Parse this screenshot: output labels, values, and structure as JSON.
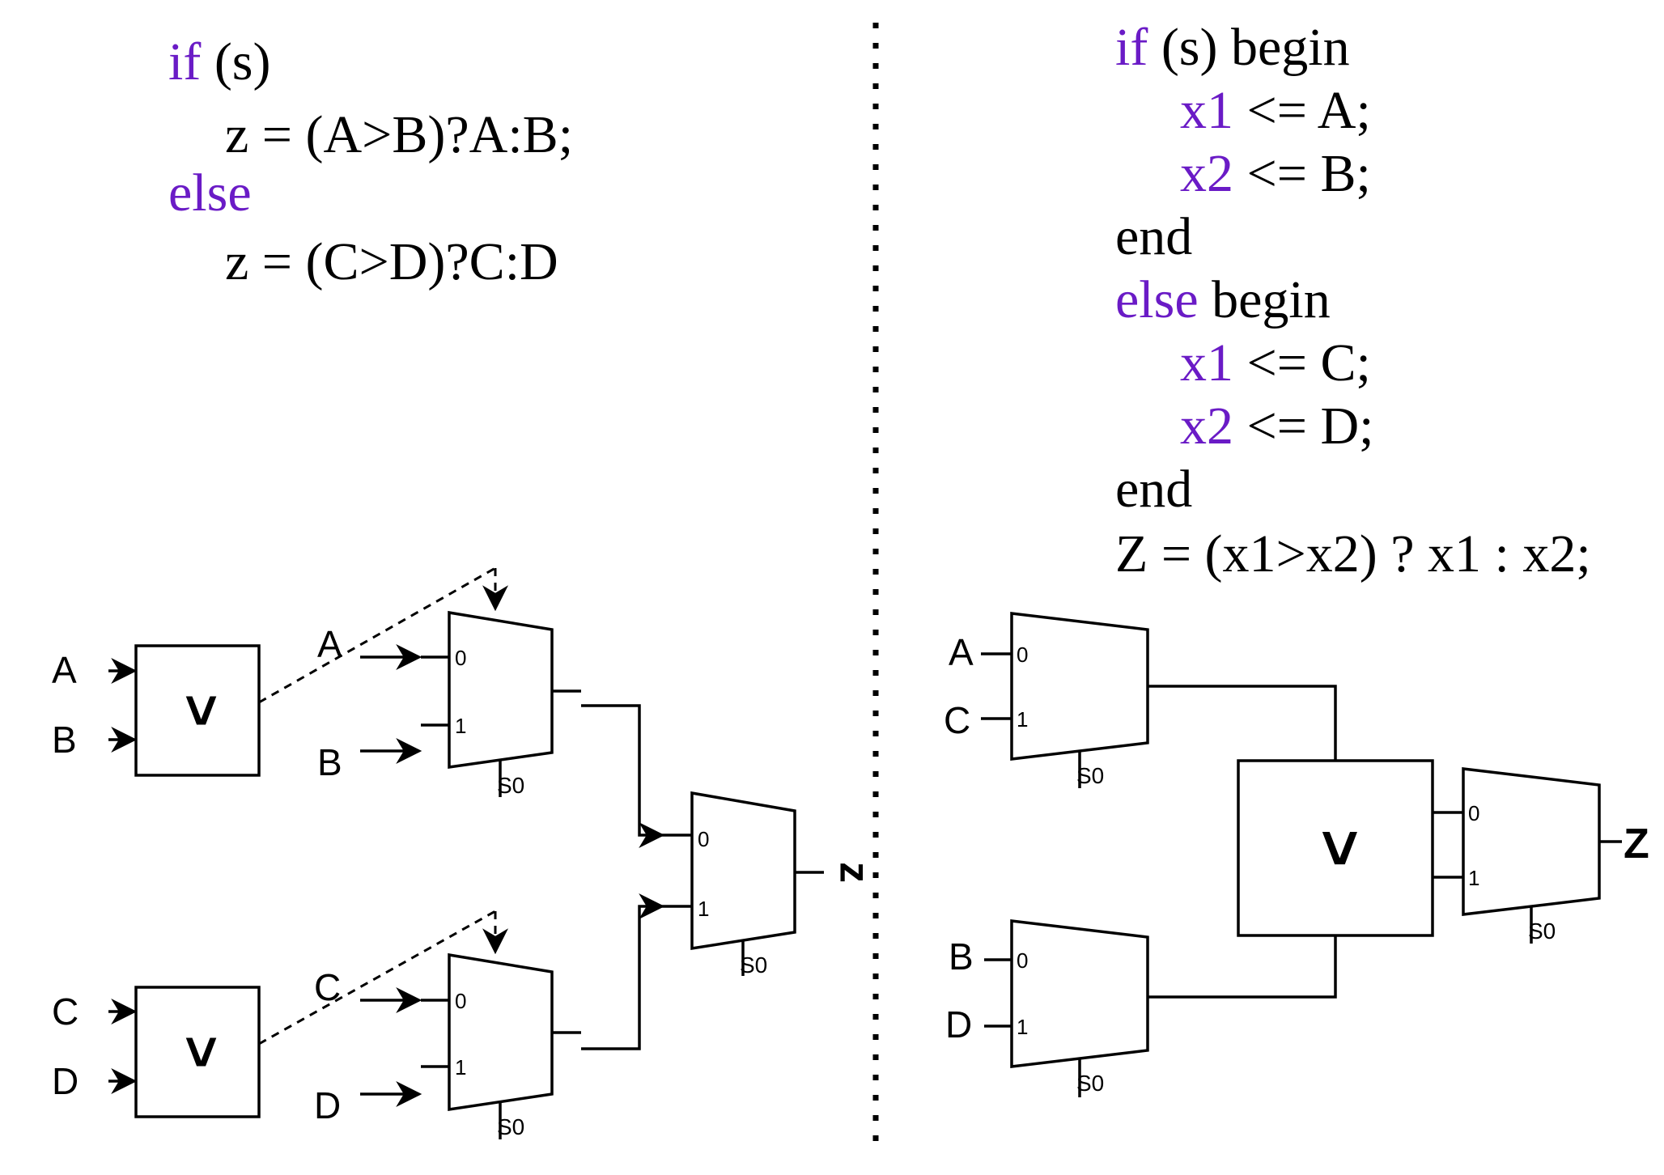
{
  "left_code": {
    "line1_kw": "if",
    "line1_rest": " (s)",
    "line2": "z = (A>B)?A:B;",
    "line3_kw": "else",
    "line4": "z = (C>D)?C:D"
  },
  "right_code": {
    "if_kw": "if",
    "if_rest": "  (s) begin",
    "x1": "x1",
    "x2": "x2",
    "assign_A": " <= A;",
    "assign_B": " <= B;",
    "end": "end",
    "else_kw": "else",
    "else_rest": " begin",
    "assign_C": " <= C;",
    "assign_D": " <= D;",
    "end2": "end",
    "final": "Z = (x1>x2) ? x1 : x2;"
  },
  "left_diagram": {
    "in_A": "A",
    "in_B": "B",
    "in_C": "C",
    "in_D": "D",
    "comparator": ">",
    "mux_top_A": "A",
    "mux_top_B": "B",
    "mux_bot_C": "C",
    "mux_bot_D": "D",
    "pin0": "0",
    "pin1": "1",
    "select": "S0",
    "output": "z"
  },
  "right_diagram": {
    "in_A": "A",
    "in_C": "C",
    "in_B": "B",
    "in_D": "D",
    "comparator": ">",
    "pin0": "0",
    "pin1": "1",
    "select": "S0",
    "output": "Z"
  },
  "colors": {
    "keyword": "#6a1bc6",
    "text": "#000000"
  }
}
